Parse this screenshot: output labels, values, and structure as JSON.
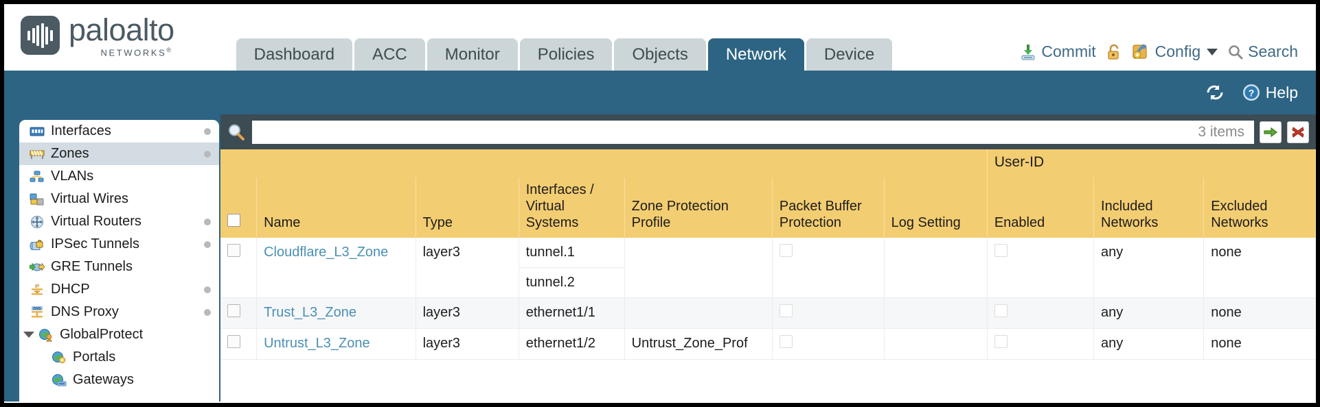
{
  "brand": {
    "name": "paloalto",
    "tagline": "NETWORKS",
    "trademark": "®"
  },
  "nav": {
    "tabs": [
      {
        "label": "Dashboard",
        "active": false
      },
      {
        "label": "ACC",
        "active": false
      },
      {
        "label": "Monitor",
        "active": false
      },
      {
        "label": "Policies",
        "active": false
      },
      {
        "label": "Objects",
        "active": false
      },
      {
        "label": "Network",
        "active": true
      },
      {
        "label": "Device",
        "active": false
      }
    ]
  },
  "header_actions": {
    "commit": {
      "label": "Commit",
      "icon": "commit-download-icon"
    },
    "lock": {
      "label": "",
      "icon": "unlock-padlock-icon"
    },
    "config": {
      "label": "Config",
      "icon": "config-wrench-icon",
      "caret": "chevron-down-icon"
    },
    "search": {
      "label": "Search",
      "icon": "search-magnifier-icon"
    }
  },
  "subbar": {
    "refresh": {
      "label": "",
      "icon": "refresh-icon"
    },
    "help": {
      "label": "Help",
      "icon": "help-question-icon"
    }
  },
  "sidebar": {
    "items": [
      {
        "label": "Interfaces",
        "icon": "interfaces-icon",
        "dot": true,
        "selected": false,
        "child": false,
        "toggle": false
      },
      {
        "label": "Zones",
        "icon": "zones-icon",
        "dot": true,
        "selected": true,
        "child": false,
        "toggle": false
      },
      {
        "label": "VLANs",
        "icon": "vlans-icon",
        "dot": false,
        "selected": false,
        "child": false,
        "toggle": false
      },
      {
        "label": "Virtual Wires",
        "icon": "virtual-wires-icon",
        "dot": false,
        "selected": false,
        "child": false,
        "toggle": false
      },
      {
        "label": "Virtual Routers",
        "icon": "virtual-routers-icon",
        "dot": true,
        "selected": false,
        "child": false,
        "toggle": false
      },
      {
        "label": "IPSec Tunnels",
        "icon": "ipsec-tunnels-icon",
        "dot": true,
        "selected": false,
        "child": false,
        "toggle": false
      },
      {
        "label": "GRE Tunnels",
        "icon": "gre-tunnels-icon",
        "dot": false,
        "selected": false,
        "child": false,
        "toggle": false
      },
      {
        "label": "DHCP",
        "icon": "dhcp-icon",
        "dot": true,
        "selected": false,
        "child": false,
        "toggle": false
      },
      {
        "label": "DNS Proxy",
        "icon": "dns-proxy-icon",
        "dot": true,
        "selected": false,
        "child": false,
        "toggle": false
      },
      {
        "label": "GlobalProtect",
        "icon": "globalprotect-icon",
        "dot": false,
        "selected": false,
        "child": false,
        "toggle": true
      },
      {
        "label": "Portals",
        "icon": "portals-icon",
        "dot": false,
        "selected": false,
        "child": true,
        "toggle": false
      },
      {
        "label": "Gateways",
        "icon": "gateways-icon",
        "dot": false,
        "selected": false,
        "child": true,
        "toggle": false
      }
    ]
  },
  "search": {
    "value": "",
    "placeholder": "",
    "items_count": "3 items",
    "apply_icon": "green-arrow-apply-icon",
    "clear_icon": "red-x-clear-icon"
  },
  "table": {
    "group_headers": [
      {
        "label": "User-ID",
        "span": 3
      }
    ],
    "columns": [
      "Name",
      "Type",
      "Interfaces / Virtual Systems",
      "Zone Protection Profile",
      "Packet Buffer Protection",
      "Log Setting",
      "Enabled",
      "Included Networks",
      "Excluded Networks"
    ],
    "rows": [
      {
        "name": "Cloudflare_L3_Zone",
        "type": "layer3",
        "interfaces": [
          "tunnel.1",
          "tunnel.2"
        ],
        "zone_protection_profile": "",
        "packet_buffer_protection": false,
        "log_setting": "",
        "userid_enabled": false,
        "included_networks": "any",
        "excluded_networks": "none"
      },
      {
        "name": "Trust_L3_Zone",
        "type": "layer3",
        "interfaces": [
          "ethernet1/1"
        ],
        "zone_protection_profile": "",
        "packet_buffer_protection": false,
        "log_setting": "",
        "userid_enabled": false,
        "included_networks": "any",
        "excluded_networks": "none"
      },
      {
        "name": "Untrust_L3_Zone",
        "type": "layer3",
        "interfaces": [
          "ethernet1/2"
        ],
        "zone_protection_profile": "Untrust_Zone_Prof",
        "packet_buffer_protection": false,
        "log_setting": "",
        "userid_enabled": false,
        "included_networks": "any",
        "excluded_networks": "none"
      }
    ]
  },
  "colors": {
    "brand_slate": "#4b5a63",
    "tab_active": "#2d6483",
    "tab_inactive": "#ccd5d7",
    "header_gold": "#f3cd72",
    "group_gold": "#e0b552",
    "link_blue": "#4a8fb5",
    "searchbar_dark": "#3d4b53"
  }
}
